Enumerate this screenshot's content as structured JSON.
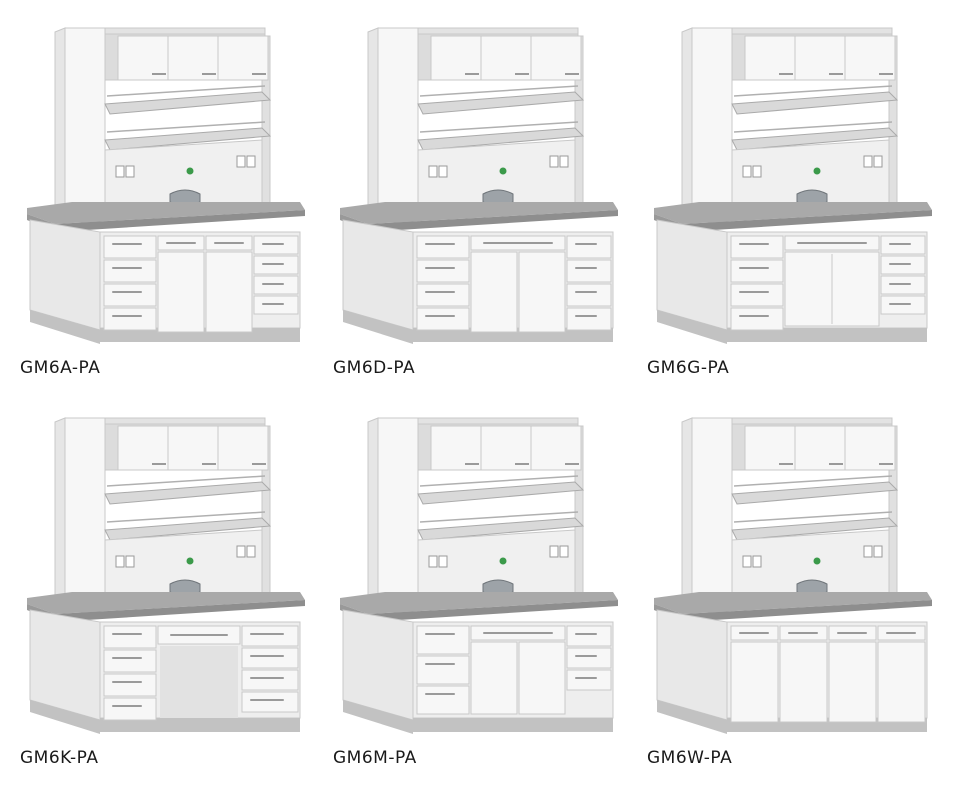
{
  "products": [
    {
      "model": "GM6A-PA",
      "base": "A"
    },
    {
      "model": "GM6D-PA",
      "base": "D"
    },
    {
      "model": "GM6G-PA",
      "base": "G"
    },
    {
      "model": "GM6K-PA",
      "base": "K"
    },
    {
      "model": "GM6M-PA",
      "base": "M"
    },
    {
      "model": "GM6W-PA",
      "base": "W"
    }
  ],
  "colors": {
    "cabinet": "#f7f7f7",
    "cabinet_edge": "#c8c8c8",
    "worktop": "#a9a9a9",
    "plinth": "#c2c2c2",
    "shelf": "#d9d9d9",
    "accent_green": "#3b9a4a",
    "sink": "#9da3a8"
  }
}
